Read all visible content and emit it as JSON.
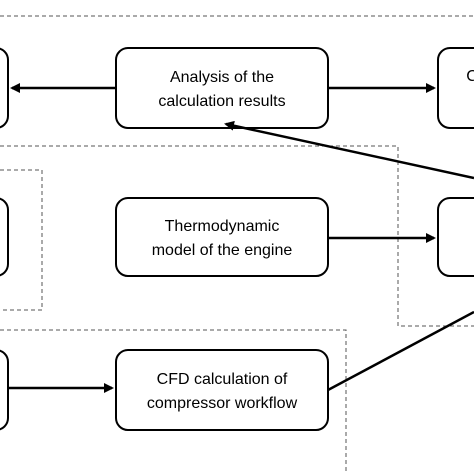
{
  "diagram": {
    "nodes": {
      "analysis": {
        "line1": "Analysis of the",
        "line2": "calculation results"
      },
      "thermo": {
        "line1": "Thermodynamic",
        "line2": "model of the engine"
      },
      "cfd": {
        "line1": "CFD calculation of",
        "line2": "compressor workflow"
      },
      "right_top_partial": {
        "line1": "C"
      }
    },
    "colors": {
      "stroke": "#000000",
      "dashed": "#555555",
      "background": "#ffffff"
    }
  }
}
